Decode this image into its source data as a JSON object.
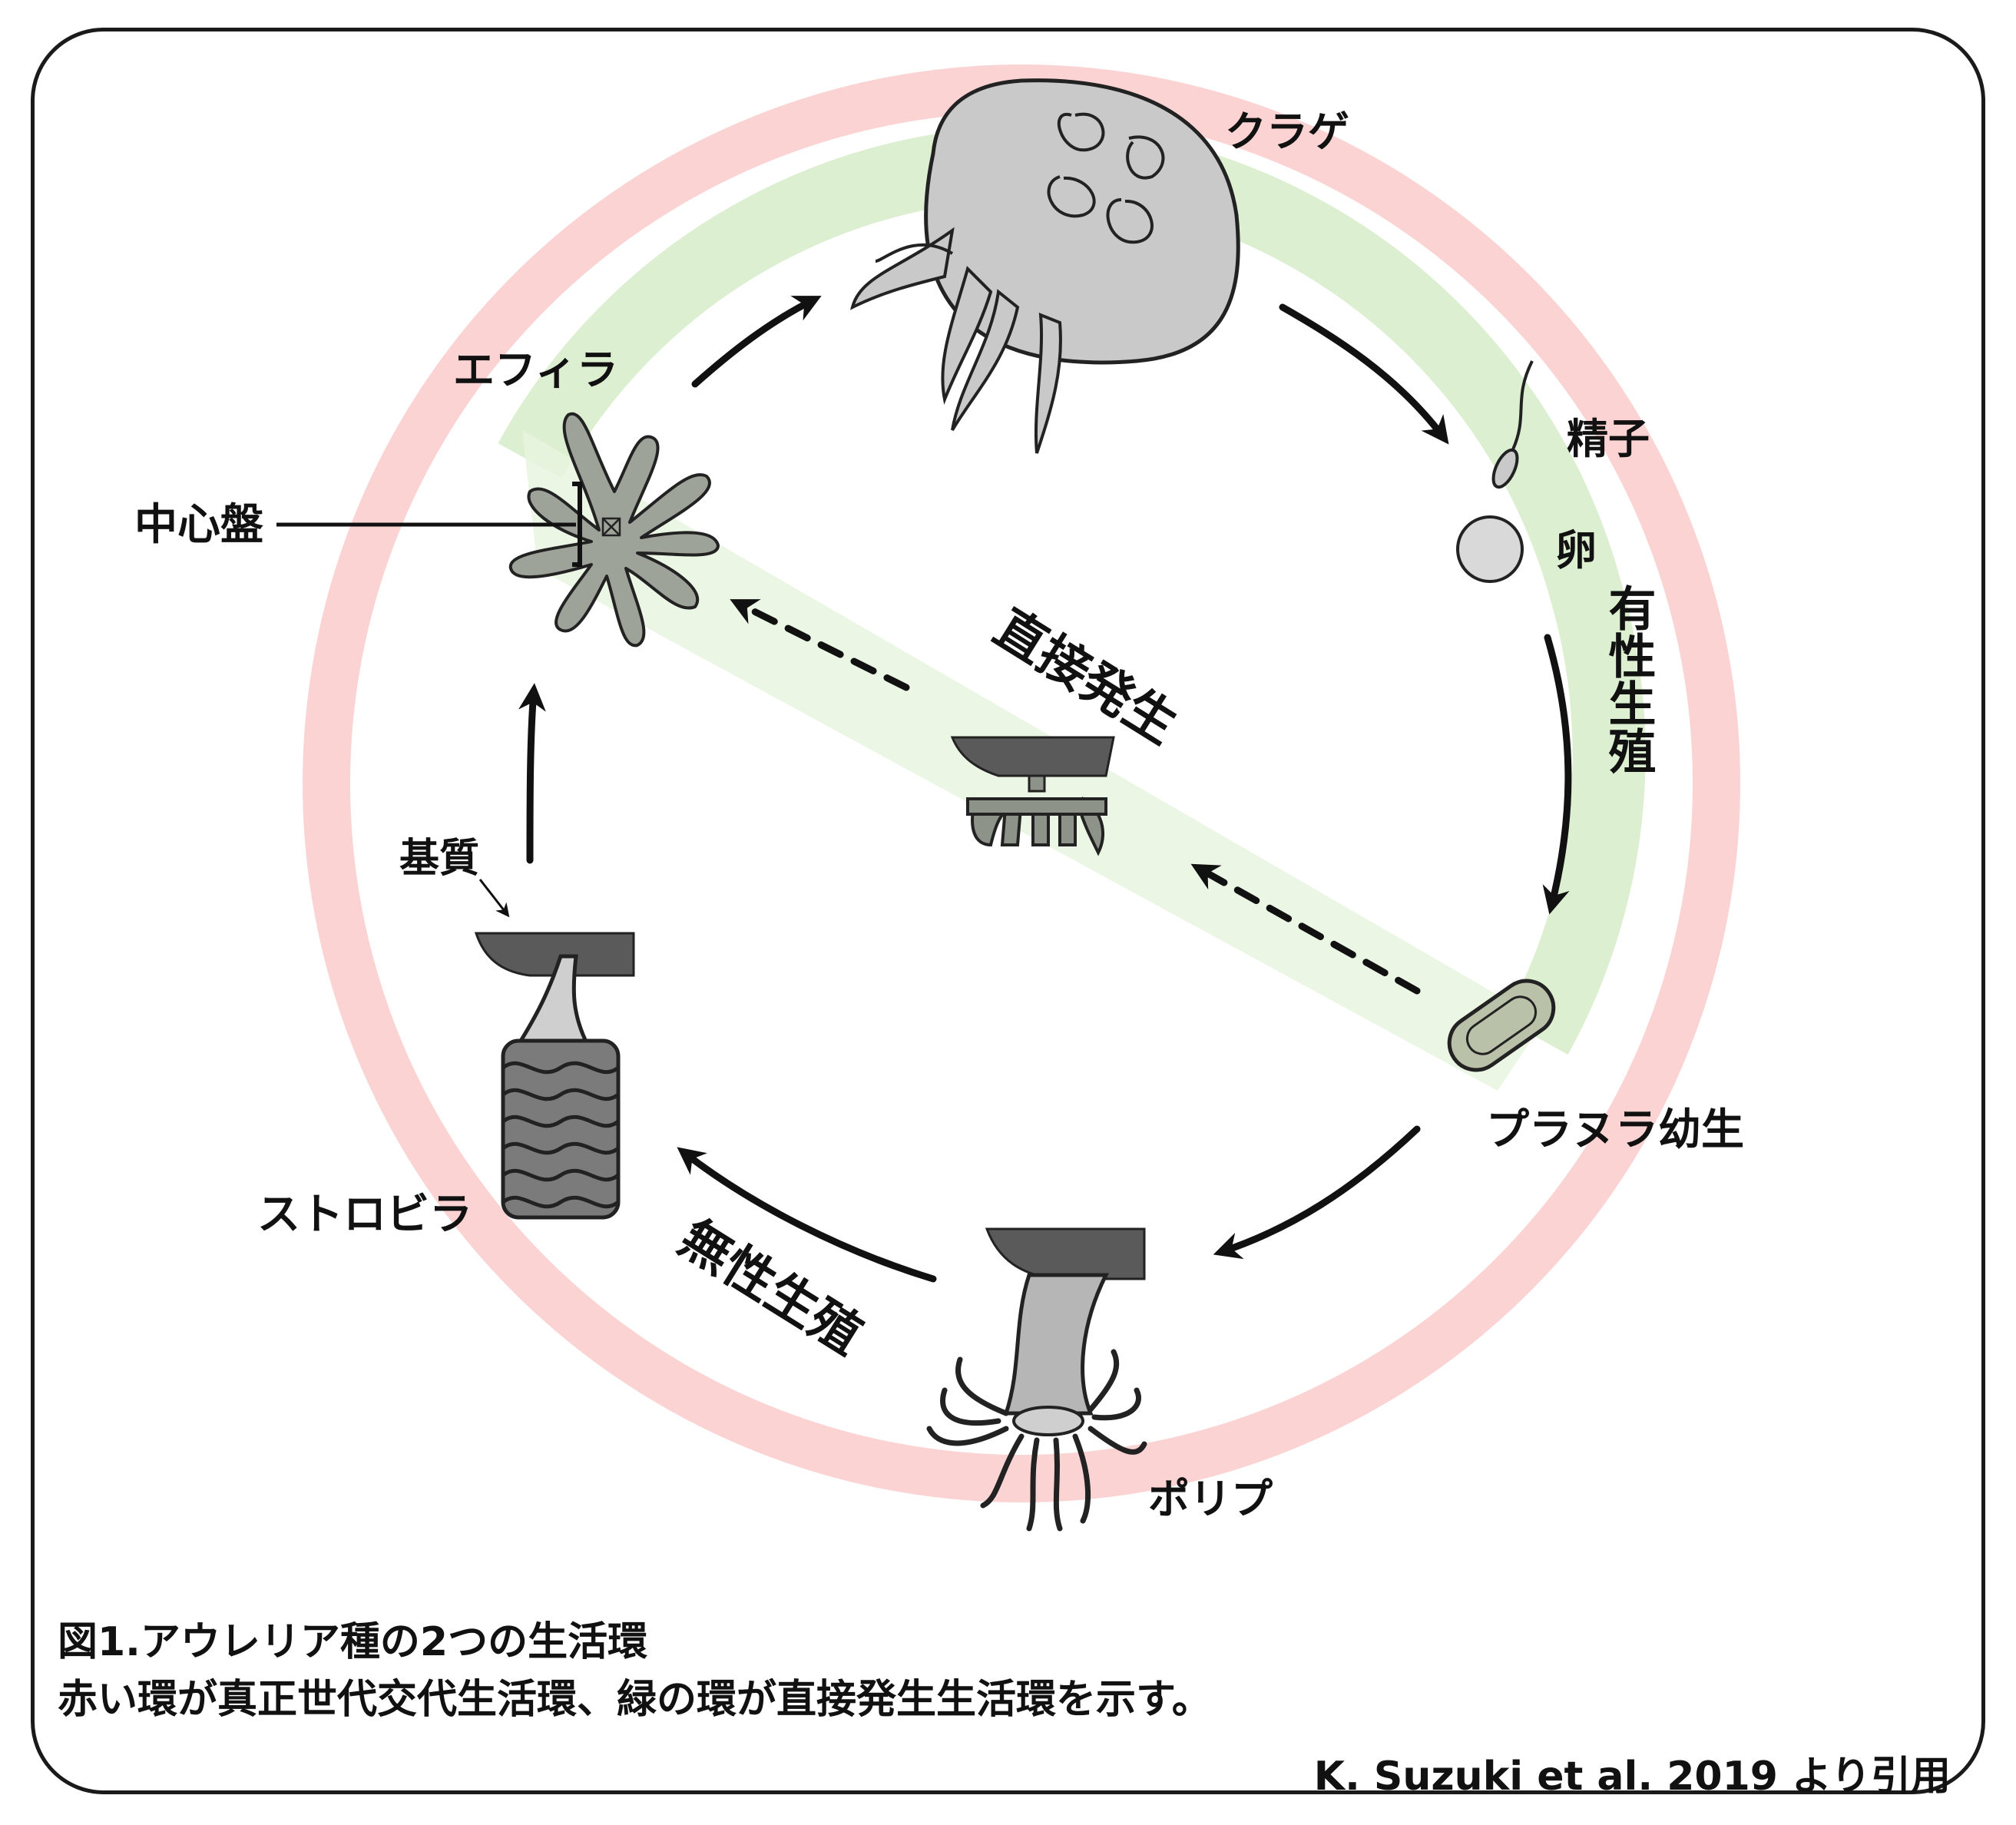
{
  "labels": {
    "kurage": "クラゲ",
    "seishi": "精子",
    "ran": "卵",
    "yusei_seishoku": "有性生殖",
    "planula": "プラヌラ幼生",
    "polyp": "ポリプ",
    "musei_seishoku": "無性生殖",
    "strobila": "ストロビラ",
    "kishitsu": "基質",
    "ephyra": "エフィラ",
    "chushinban": "中心盤",
    "chokusetsu_hassei": "直接発生"
  },
  "caption": {
    "title": "図1.アウレリア種の2つの生活環",
    "description": "赤い環が真正世代交代生活環、緑の環が直接発生生活環を示す。",
    "source": "K. Suzuki et al. 2019 より引用"
  },
  "colors": {
    "red_ring": "#f9c9c9",
    "green_ring": "#d6ecc4",
    "organism_fill": "#c9cac9",
    "organism_dark": "#9a9e98",
    "substrate": "#5a5a5a",
    "arrow": "#111111"
  }
}
